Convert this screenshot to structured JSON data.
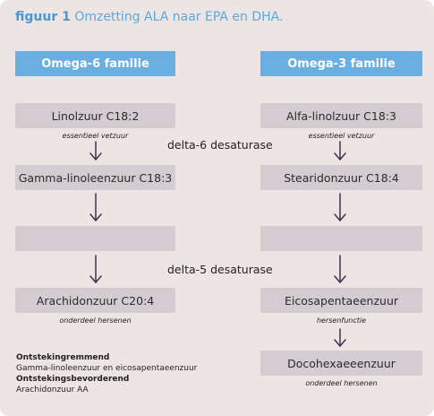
{
  "title": {
    "figure_label": "figuur 1",
    "text": "Omzetting ALA naar EPA en DHA."
  },
  "left": {
    "header": "Omega-6 familie",
    "boxes": [
      "Linolzuur C18:2",
      "Gamma-linoleenzuur C18:3",
      "",
      "Arachidonzuur C20:4"
    ],
    "notes": [
      "essentieel vetzuur",
      "onderdeel hersenen"
    ]
  },
  "right": {
    "header": "Omega-3 familie",
    "boxes": [
      "Alfa-linolzuur C18:3",
      "Stearidonzuur C18:4",
      "",
      "Eicosapentaeenzuur",
      "Docohexaeeenzuur"
    ],
    "notes": [
      "essentieel vetzuur",
      "hersenfunctie",
      "onderdeel hersenen"
    ]
  },
  "enzymes": [
    "delta-6 desaturase",
    "delta-5 desaturase"
  ],
  "legend": [
    {
      "text": "Ontstekingremmend",
      "bold": true
    },
    {
      "text": "Gamma-linoleenzuur en eicosapentaeenzuur",
      "bold": false
    },
    {
      "text": "Ontstekingsbevorderend",
      "bold": true
    },
    {
      "text": "Arachidonzuur AA",
      "bold": false
    }
  ],
  "colors": {
    "panel": "#ece5e4",
    "header": "#6aaee2",
    "box": "#d3cdd2",
    "arrow": "#3a3550",
    "title": "#5da7dc"
  }
}
